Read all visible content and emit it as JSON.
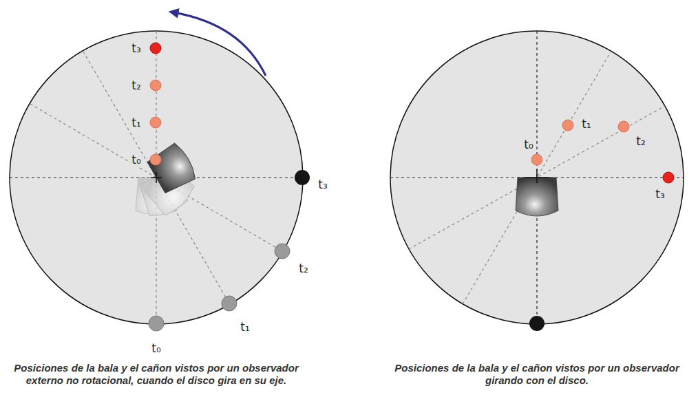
{
  "diagram": {
    "labels": [
      "t₃",
      "t₂",
      "t₁",
      "t₀",
      "t₃",
      "t₂",
      "t₁",
      "t₀",
      "t₀",
      "t₁",
      "t₂",
      "t₃",
      "Posiciones de la bala y el cañon vistos por un observador externo no rotacional, cuando el disco gira en su eje.",
      "Posiciones de la bala y el cañon vistos por un observador girando con el disco."
    ]
  }
}
